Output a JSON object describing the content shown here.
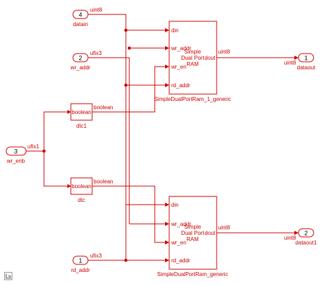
{
  "inports": [
    {
      "num": "4",
      "label": "datain"
    },
    {
      "num": "2",
      "label": "wr_addr"
    },
    {
      "num": "3",
      "label": "wr_enb"
    },
    {
      "num": "1",
      "label": "rd_addr"
    }
  ],
  "outports": [
    {
      "num": "1",
      "label": "dataout"
    },
    {
      "num": "2",
      "label": "dataout1"
    }
  ],
  "converters": [
    {
      "label": "dtc1",
      "text": "boolean"
    },
    {
      "label": "dtc",
      "text": "boolean"
    }
  ],
  "rams": [
    {
      "label": "SimpleDualPortRam_1_generic",
      "ports_in": [
        "din",
        "wr_addr",
        "wr_en",
        "rd_addr"
      ],
      "port_out": "dout",
      "center_text": [
        "Simple",
        "Dual Port",
        "RAM"
      ]
    },
    {
      "label": "SimpleDualPortRam_generic",
      "ports_in": [
        "din",
        "wr_addr",
        "wr_en",
        "rd_addr"
      ],
      "port_out": "dout",
      "center_text": [
        "Simple",
        "Dual Port",
        "RAM"
      ]
    }
  ],
  "signals": {
    "datain": "uint8",
    "wr_addr": "ufix3",
    "wr_enb": "ufix1",
    "dtc1": "boolean",
    "dtc": "boolean",
    "rd_addr": "ufix3",
    "ram1_out": "uint8",
    "ram2_out": "uint8",
    "dataout": "uint8",
    "dataout1": "uint8"
  }
}
